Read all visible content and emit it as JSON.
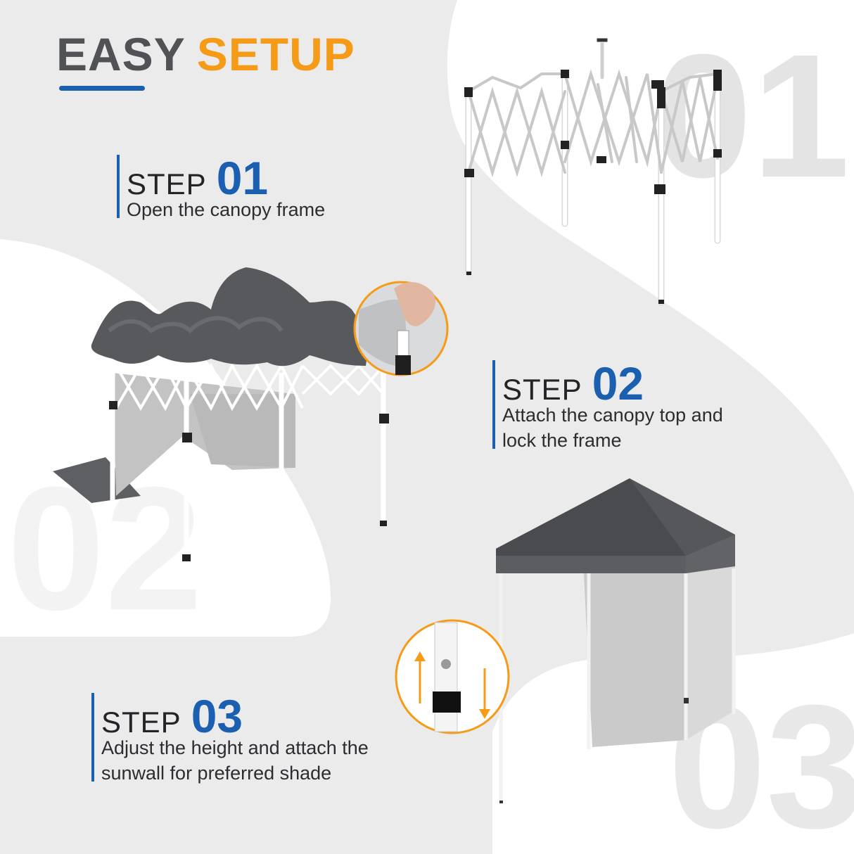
{
  "header": {
    "title_part1": "EASY",
    "title_part2": "SETUP"
  },
  "steps": [
    {
      "label": "STEP",
      "number": "01",
      "description": [
        "Open the canopy frame"
      ]
    },
    {
      "label": "STEP",
      "number": "02",
      "description": [
        "Attach the canopy top and",
        "lock the frame"
      ]
    },
    {
      "label": "STEP",
      "number": "03",
      "description": [
        "Adjust the height and attach the",
        "sunwall for preferred shade"
      ]
    }
  ],
  "watermarks": [
    "01",
    "02",
    "03"
  ],
  "colors": {
    "accent_blue": "#1b5fb0",
    "accent_orange": "#f59b17",
    "title_gray": "#505255",
    "canopy_gray": "#595b5e",
    "sunwall_gray": "#c9c9ca"
  },
  "icons": [
    "up-down-arrows-icon"
  ]
}
